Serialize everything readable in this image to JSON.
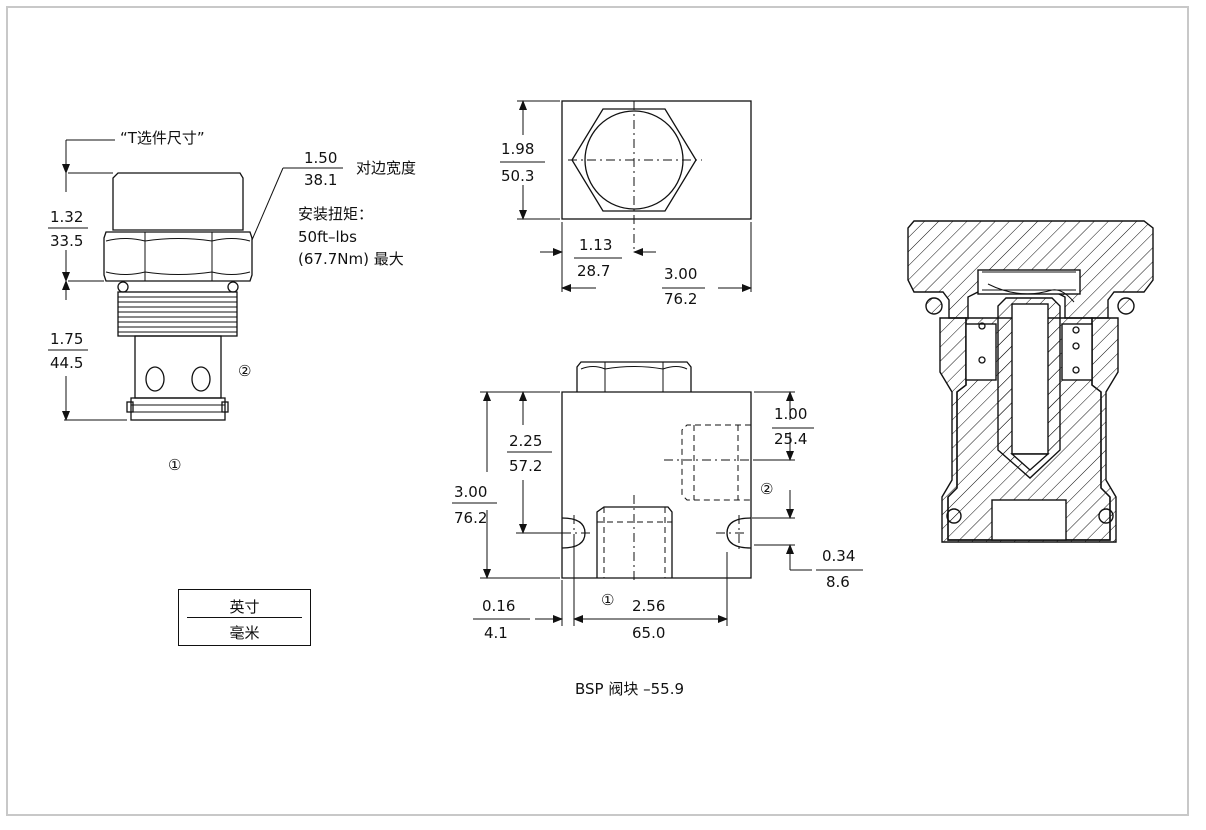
{
  "cartridge": {
    "option_label": "“T选件尺寸”",
    "dim_height_in": "1.32",
    "dim_height_mm": "33.5",
    "dim_thread_in": "1.75",
    "dim_thread_mm": "44.5",
    "hex_in": "1.50",
    "hex_mm": "38.1",
    "hex_label": "对边宽度",
    "torque_title": "安装扭矩：",
    "torque_ftlbs": "50ft–lbs",
    "torque_nm": "(67.7Nm) 最大",
    "port1": "①",
    "port2": "②"
  },
  "top_view": {
    "height_in": "1.98",
    "height_mm": "50.3",
    "offset_in": "1.13",
    "offset_mm": "28.7",
    "width_in": "3.00",
    "width_mm": "76.2"
  },
  "front_view": {
    "h1_in": "2.25",
    "h1_mm": "57.2",
    "h2_in": "3.00",
    "h2_mm": "76.2",
    "r_in": "1.00",
    "r_mm": "25.4",
    "b_in": "0.34",
    "b_mm": "8.6",
    "l_in": "0.16",
    "l_mm": "4.1",
    "w_in": "2.56",
    "w_mm": "65.0",
    "port1": "①",
    "port2": "②",
    "caption": "BSP 阀块 –55.9"
  },
  "legend": {
    "inch": "英寸",
    "mm": "毫米"
  }
}
